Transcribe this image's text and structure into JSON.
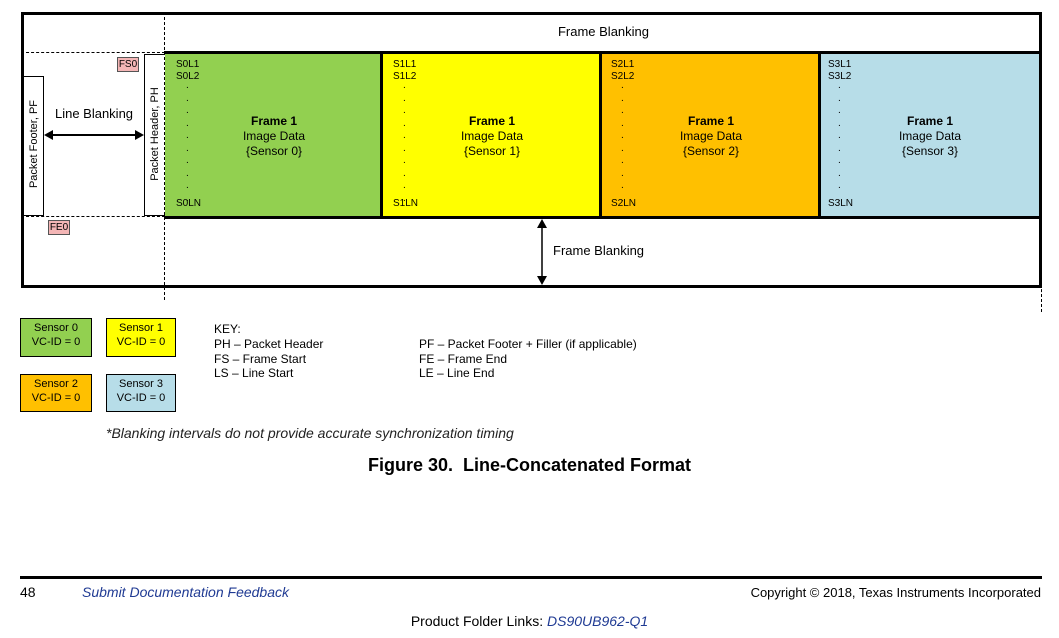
{
  "diagram": {
    "frame_blanking_top": "Frame Blanking",
    "frame_blanking_bottom": "Frame Blanking",
    "line_blanking": "Line Blanking",
    "packet_footer": "Packet Footer, PF",
    "packet_header": "Packet Header, PH",
    "fs_tag": "FS0",
    "fe_tag": "FE0",
    "dots": ".\n.\n.\n.\n.\n.\n.\n.\n.\n.",
    "sensors": [
      {
        "line1": "S0L1",
        "line2": "S0L2",
        "lineN": "S0LN",
        "frame": "Frame 1",
        "data": "Image Data",
        "sensor": "{Sensor 0}",
        "color": "#92d050"
      },
      {
        "line1": "S1L1",
        "line2": "S1L2",
        "lineN": "S1LN",
        "frame": "Frame 1",
        "data": "Image Data",
        "sensor": "{Sensor 1}",
        "color": "#ffff00"
      },
      {
        "line1": "S2L1",
        "line2": "S2L2",
        "lineN": "S2LN",
        "frame": "Frame 1",
        "data": "Image Data",
        "sensor": "{Sensor 2}",
        "color": "#ffc000"
      },
      {
        "line1": "S3L1",
        "line2": "S3L2",
        "lineN": "S3LN",
        "frame": "Frame 1",
        "data": "Image Data",
        "sensor": "{Sensor 3}",
        "color": "#b7dde8"
      }
    ],
    "tag_color": "#f4b6b6"
  },
  "legend": [
    {
      "name": "Sensor 0",
      "vc": "VC-ID = 0",
      "color": "#92d050"
    },
    {
      "name": "Sensor 1",
      "vc": "VC-ID = 0",
      "color": "#ffff00"
    },
    {
      "name": "Sensor 2",
      "vc": "VC-ID = 0",
      "color": "#ffc000"
    },
    {
      "name": "Sensor 3",
      "vc": "VC-ID = 0",
      "color": "#b7dde8"
    }
  ],
  "key": {
    "title": "KEY:",
    "left": "PH – Packet Header\nFS – Frame Start\nLS – Line Start",
    "right": "PF – Packet Footer + Filler (if applicable)\nFE – Frame End\nLE – Line End"
  },
  "note": "*Blanking intervals do not provide accurate synchronization timing",
  "caption": "Figure 30.  Line-Concatenated Format",
  "footer": {
    "page_number": "48",
    "feedback_link": "Submit Documentation Feedback",
    "copyright": "Copyright © 2018, Texas Instruments Incorporated",
    "product_label": "Product Folder Links:",
    "product_link": "DS90UB962-Q1"
  }
}
